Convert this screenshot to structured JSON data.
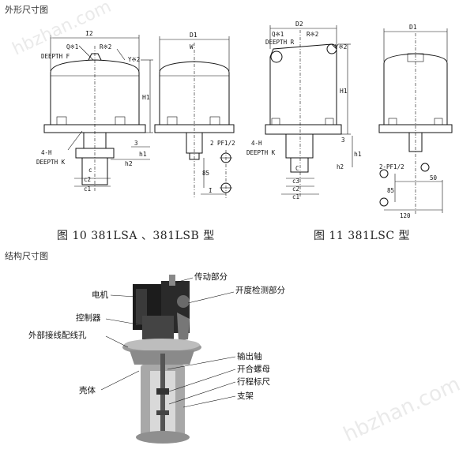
{
  "titles": {
    "outline": "外形尺寸图",
    "structure": "结构尺寸图"
  },
  "captions": {
    "fig10": "图 10 381LSA 、381LSB 型",
    "fig11": "图 11 381LSC 型"
  },
  "fig10_labels": {
    "I2": "I2",
    "D1": "D1",
    "Q1": "Q※1",
    "R2": "R※2",
    "deepthF": "DEEPTH F",
    "Y2": "Y※2",
    "H1": "H1",
    "h1": "h1",
    "h2": "h2",
    "n3": "3",
    "H4": "4-H",
    "deepthK": "DEEPTH K",
    "c": "c",
    "c2": "c2",
    "c1": "c1",
    "W": "W",
    "pf": "2  PF1/2",
    "n85": "85",
    "I": "I"
  },
  "fig11_labels": {
    "D2": "D2",
    "Q1": "Q※1",
    "R2": "R※2",
    "deepthR": "DEEPTH R",
    "Y2": "Y※2",
    "H1": "H1",
    "H4": "4-H",
    "deepthK": "DEEPTH K",
    "n3": "3",
    "h1": "h1",
    "h2": "h2",
    "c": "C",
    "c3": "c3",
    "c2": "c2",
    "c1": "c1",
    "D1": "D1",
    "pf": "2-PF1/2",
    "n50": "50",
    "n85": "85",
    "n120": "120"
  },
  "structure_labels": {
    "motor": "电机",
    "transmission": "传动部分",
    "opening": "开度检测部分",
    "controller": "控制器",
    "wiring_hole": "外部接线配线孔",
    "output_shaft": "输出轴",
    "nut": "开合螺母",
    "stroke_ruler": "行程标尺",
    "housing": "壳体",
    "bracket": "支架"
  },
  "watermark": "hbzhan.com"
}
